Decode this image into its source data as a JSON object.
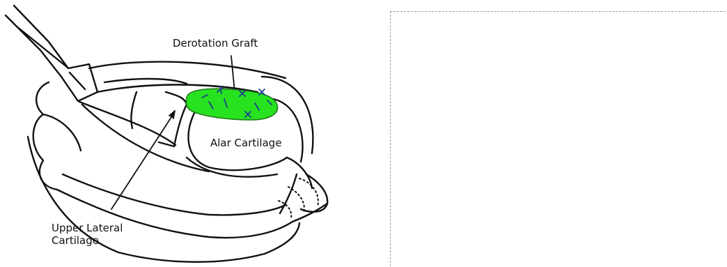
{
  "labels": {
    "derotation_graft": "Derotation Graft",
    "alar_cartilage": "Alar Cartilage",
    "upper_lateral_line1": "Upper Lateral",
    "upper_lateral_line2": "Cartilage"
  },
  "colors": {
    "graft_fill": "#27e21f",
    "graft_stroke": "#1f7a1a",
    "suture": "#1f3f8f",
    "ink": "#111111",
    "panel_border": "#9a9a9a"
  },
  "icons": {
    "forceps": "forceps-icon",
    "graft": "derotation-graft-icon"
  }
}
